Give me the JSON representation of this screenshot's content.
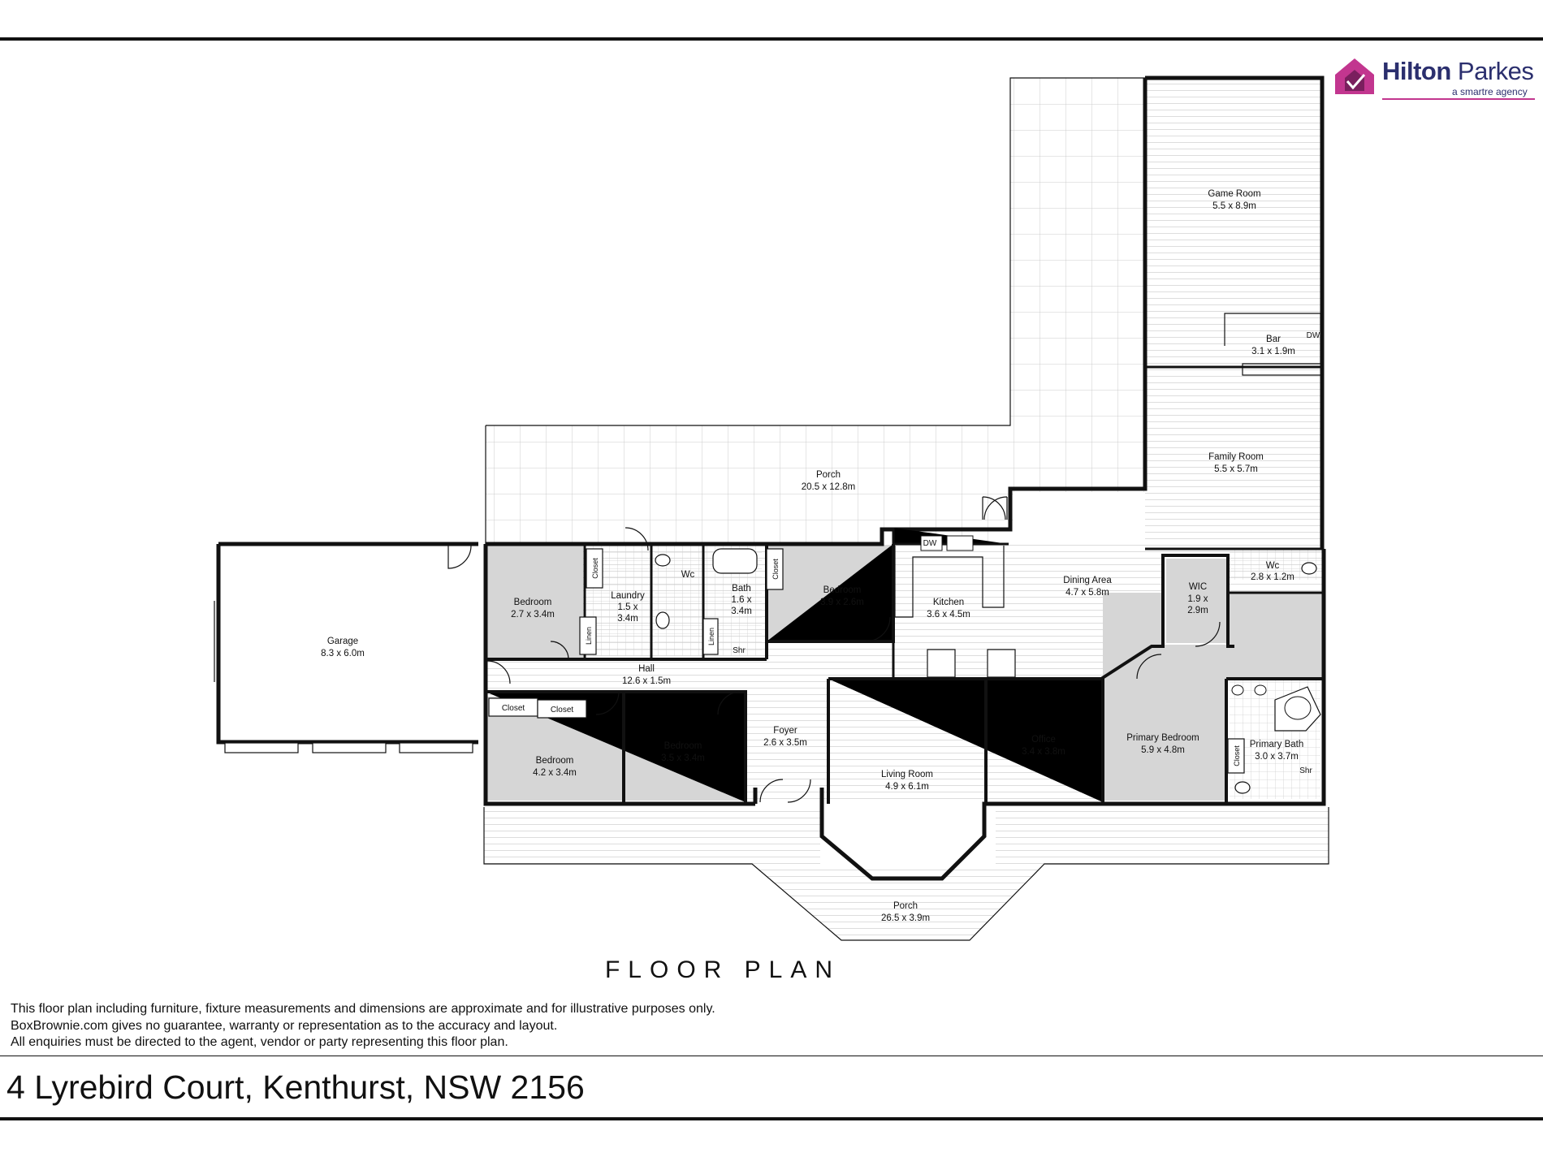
{
  "brand": {
    "name_part1": "Hilton",
    "name_part2": " Parkes",
    "tagline": "a smartre agency",
    "primary_color": "#2b2f6e",
    "accent_color": "#c2368f"
  },
  "plan_title": "FLOOR PLAN",
  "disclaimer": [
    "This floor plan including furniture, fixture measurements and dimensions are approximate and for illustrative purposes only.",
    "BoxBrownie.com gives no guarantee, warranty or representation as to the accuracy and layout.",
    "All enquiries must be directed to the agent, vendor or party representing this floor plan."
  ],
  "address": "4 Lyrebird Court, Kenthurst, NSW 2156",
  "rooms": {
    "game_room": {
      "name": "Game Room",
      "size": "5.5 x 8.9m"
    },
    "bar": {
      "name": "Bar",
      "size": "3.1 x 1.9m"
    },
    "bar_dw": "DW",
    "family_room": {
      "name": "Family Room",
      "size": "5.5 x 5.7m"
    },
    "porch_rear": {
      "name": "Porch",
      "size": "20.5 x 12.8m"
    },
    "garage": {
      "name": "Garage",
      "size": "8.3 x 6.0m"
    },
    "bedroom_1": {
      "name": "Bedroom",
      "size": "2.7 x 3.4m"
    },
    "laundry": {
      "name": "Laundry",
      "size1": "1.5 x",
      "size2": "3.4m"
    },
    "wc_main": "Wc",
    "bath": {
      "name": "Bath",
      "size1": "1.6 x",
      "size2": "3.4m"
    },
    "shr_main": "Shr",
    "bedroom_2": {
      "name": "Bedroom",
      "size": "3.9 x 2.6m"
    },
    "kitchen": {
      "name": "Kitchen",
      "size": "3.6 x 4.5m"
    },
    "kitchen_dw": "DW",
    "dining": {
      "name": "Dining Area",
      "size": "4.7 x 5.8m"
    },
    "wic": {
      "name": "WIC",
      "size1": "1.9 x",
      "size2": "2.9m"
    },
    "wc_ensuite": {
      "name": "Wc",
      "size": "2.8 x 1.2m"
    },
    "hall": {
      "name": "Hall",
      "size": "12.6 x 1.5m"
    },
    "closet": "Closet",
    "linen": "Linen",
    "bedroom_3": {
      "name": "Bedroom",
      "size": "4.2 x 3.4m"
    },
    "bedroom_4": {
      "name": "Bedroom",
      "size": "3.5 x 3.4m"
    },
    "foyer": {
      "name": "Foyer",
      "size": "2.6 x 3.5m"
    },
    "living": {
      "name": "Living Room",
      "size": "4.9 x 6.1m"
    },
    "office": {
      "name": "Office",
      "size": "3.4 x 3.8m"
    },
    "primary_bedroom": {
      "name": "Primary Bedroom",
      "size": "5.9 x 4.8m"
    },
    "primary_bath": {
      "name": "Primary Bath",
      "size": "3.0 x 3.7m"
    },
    "shr_ensuite": "Shr",
    "porch_front": {
      "name": "Porch",
      "size": "26.5 x 3.9m"
    }
  }
}
